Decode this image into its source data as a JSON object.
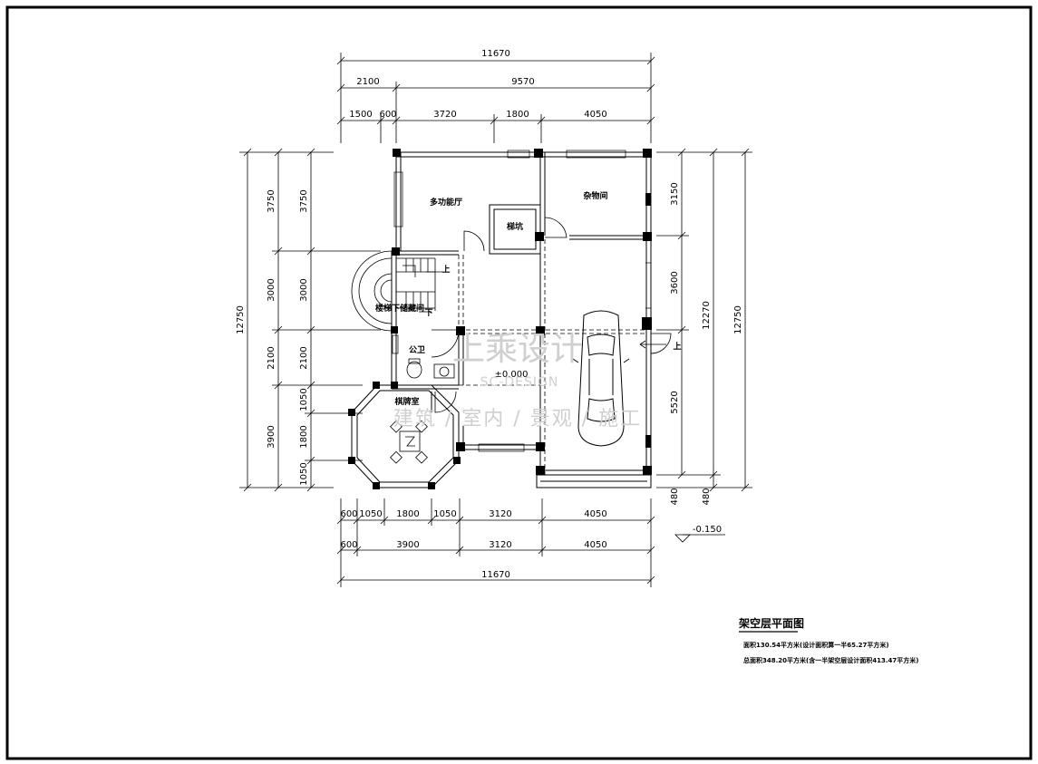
{
  "dims": {
    "top_total": "11670",
    "top_row2": [
      "2100",
      "9570"
    ],
    "top_row3": [
      "1500",
      "600",
      "3720",
      "1800",
      "4050"
    ],
    "bottom_row1": [
      "600",
      "1050",
      "1800",
      "1050",
      "3120",
      "4050"
    ],
    "bottom_row2": [
      "600",
      "3900",
      "3120",
      "4050"
    ],
    "bottom_total": "11670",
    "left_outer": "12750",
    "left_mid": [
      "3750",
      "3000",
      "2100",
      "3900"
    ],
    "left_inner": [
      "3750",
      "3000",
      "2100",
      "1050",
      "1800",
      "1050"
    ],
    "right_inner": [
      "3150",
      "3600",
      "5520",
      "480"
    ],
    "right_mid": "12270",
    "right_mid_extra": "480",
    "right_outer": "12750"
  },
  "rooms": {
    "multi_hall": "多功能厅",
    "storage": "杂物间",
    "elevator": "梯坑",
    "under_stair": "楼梯下储藏间",
    "toilet": "公卫",
    "chess_room": "棋牌室",
    "up_mark": "上",
    "down_mark": "下",
    "floor_level": "±0.000",
    "outside_level": "-0.150",
    "entry_up": "上"
  },
  "watermark": {
    "brand": "上乘设计",
    "brand_en": "SC-DESIGN",
    "services": "建筑 / 室内 / 景观 / 施工"
  },
  "title_block": {
    "title": "架空层平面图",
    "line1": "面积130.54平方米(设计面积算一半65.27平方米)",
    "line2": "总面积348.20平方米(含一半架空层设计面积413.47平方米)"
  }
}
